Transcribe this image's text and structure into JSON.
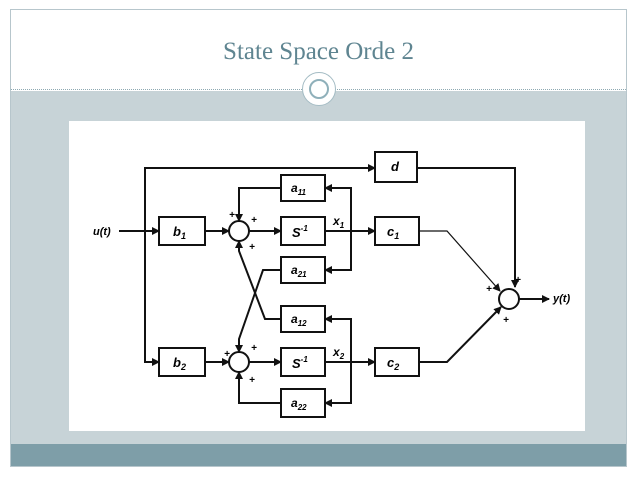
{
  "slide": {
    "title": "State Space Orde 2"
  },
  "diagram": {
    "input": "u(t)",
    "output": "y(t)",
    "blocks": {
      "b1": {
        "main": "b",
        "sub": "1"
      },
      "b2": {
        "main": "b",
        "sub": "2"
      },
      "a11": {
        "main": "a",
        "sub": "11"
      },
      "a21": {
        "main": "a",
        "sub": "21"
      },
      "a12": {
        "main": "a",
        "sub": "12"
      },
      "a22": {
        "main": "a",
        "sub": "22"
      },
      "int1": {
        "main": "S",
        "sup": "-1"
      },
      "int2": {
        "main": "S",
        "sup": "-1"
      },
      "c1": {
        "main": "c",
        "sub": "1"
      },
      "c2": {
        "main": "c",
        "sub": "2"
      },
      "d": {
        "main": "d"
      }
    },
    "states": {
      "x1": {
        "main": "x",
        "sub": "1"
      },
      "x2": {
        "main": "x",
        "sub": "2"
      }
    },
    "plus_sign": "+"
  }
}
